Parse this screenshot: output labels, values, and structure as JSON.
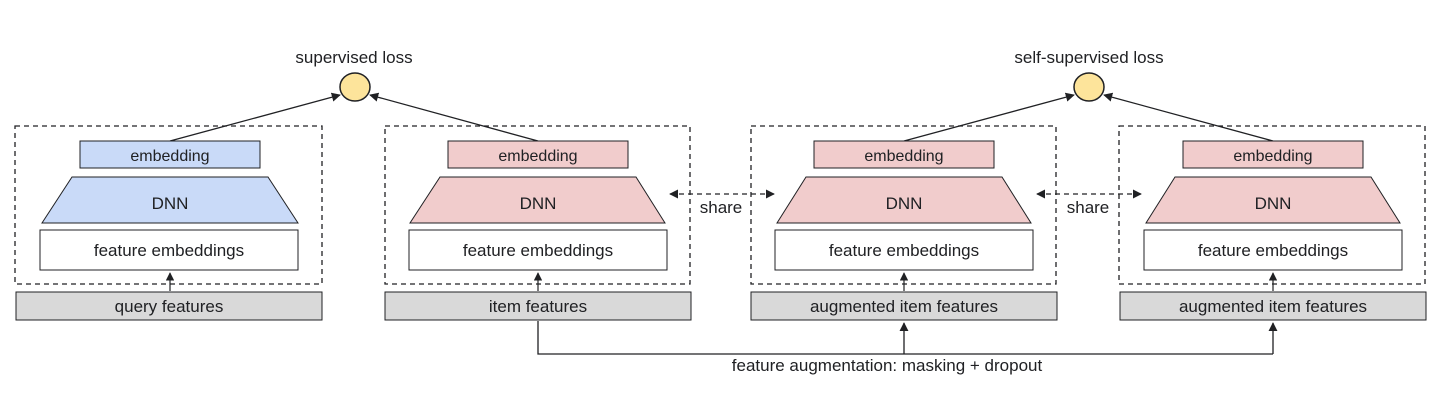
{
  "losses": {
    "supervised": "supervised loss",
    "self_supervised": "self-supervised loss"
  },
  "towers": [
    {
      "embedding": "embedding",
      "dnn": "DNN",
      "feature_embeddings": "feature embeddings",
      "input": "query features",
      "color": "blue"
    },
    {
      "embedding": "embedding",
      "dnn": "DNN",
      "feature_embeddings": "feature embeddings",
      "input": "item features",
      "color": "pink"
    },
    {
      "embedding": "embedding",
      "dnn": "DNN",
      "feature_embeddings": "feature embeddings",
      "input": "augmented item features",
      "color": "pink"
    },
    {
      "embedding": "embedding",
      "dnn": "DNN",
      "feature_embeddings": "feature embeddings",
      "input": "augmented item features",
      "color": "pink"
    }
  ],
  "share_labels": [
    "share",
    "share"
  ],
  "augmentation": "feature augmentation: masking + dropout",
  "colors": {
    "blue_fill": "#c9daf8",
    "pink_fill": "#f1cccc",
    "loss_fill": "#fde49b",
    "input_fill": "#d9d9d9",
    "stroke": "#202124"
  }
}
